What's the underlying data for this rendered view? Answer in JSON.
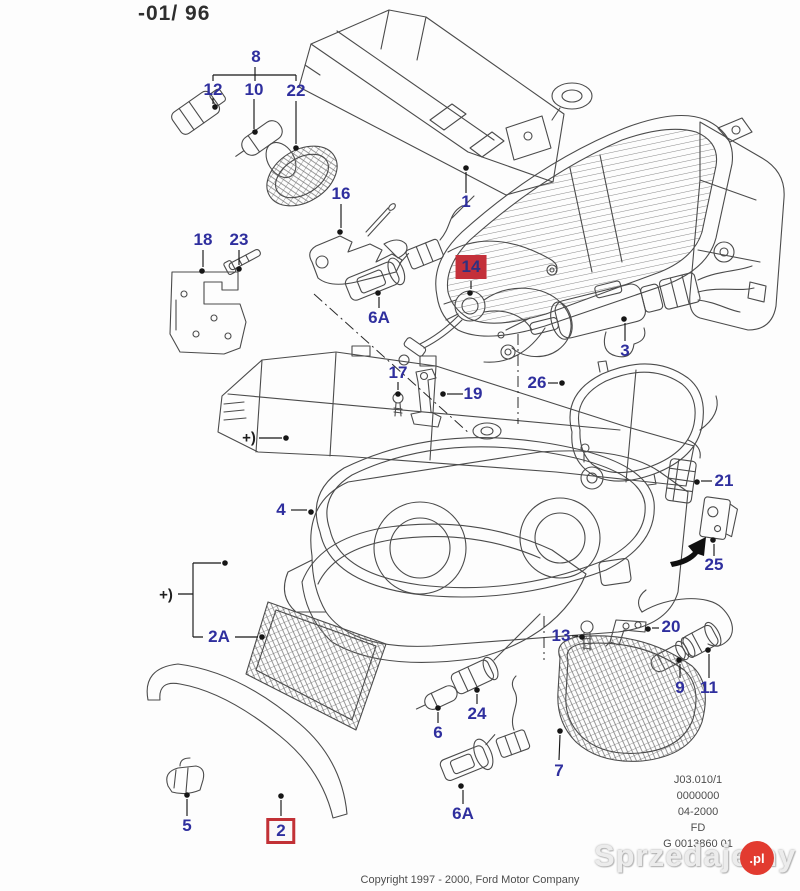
{
  "header": {
    "revision": "-01/ 96"
  },
  "colors": {
    "callout_text": "#2f2f9e",
    "highlight_background": "#c4303a",
    "boxed_border": "#c23136",
    "watermark_badge": "#e23b30",
    "line_art": "#4b4b4b"
  },
  "callouts": [
    {
      "id": "8",
      "label": "8"
    },
    {
      "id": "12",
      "label": "12"
    },
    {
      "id": "10",
      "label": "10"
    },
    {
      "id": "22",
      "label": "22"
    },
    {
      "id": "1",
      "label": "1"
    },
    {
      "id": "16",
      "label": "16"
    },
    {
      "id": "18",
      "label": "18"
    },
    {
      "id": "23",
      "label": "23"
    },
    {
      "id": "6A-upper",
      "label": "6A"
    },
    {
      "id": "14",
      "label": "14",
      "highlighted": true
    },
    {
      "id": "3",
      "label": "3"
    },
    {
      "id": "17",
      "label": "17"
    },
    {
      "id": "19",
      "label": "19"
    },
    {
      "id": "26",
      "label": "26"
    },
    {
      "id": "plus-upper",
      "label": "+)"
    },
    {
      "id": "4",
      "label": "4"
    },
    {
      "id": "21",
      "label": "21"
    },
    {
      "id": "25",
      "label": "25"
    },
    {
      "id": "plus-lower",
      "label": "+)"
    },
    {
      "id": "2A",
      "label": "2A"
    },
    {
      "id": "13",
      "label": "13"
    },
    {
      "id": "20",
      "label": "20"
    },
    {
      "id": "9",
      "label": "9"
    },
    {
      "id": "11",
      "label": "11"
    },
    {
      "id": "6",
      "label": "6"
    },
    {
      "id": "24",
      "label": "24"
    },
    {
      "id": "7",
      "label": "7"
    },
    {
      "id": "6A-lower",
      "label": "6A"
    },
    {
      "id": "5",
      "label": "5"
    },
    {
      "id": "2",
      "label": "2",
      "boxed": true
    }
  ],
  "stamp": {
    "lines": [
      "J03.010/1",
      "0000000",
      "04-2000",
      "FD",
      "G 0013860 01"
    ]
  },
  "watermark": {
    "text": "Sprzedajemy",
    "suffix": ".pl"
  },
  "footer": {
    "copyright": "Copyright 1997 - 2000, Ford Motor Company"
  }
}
